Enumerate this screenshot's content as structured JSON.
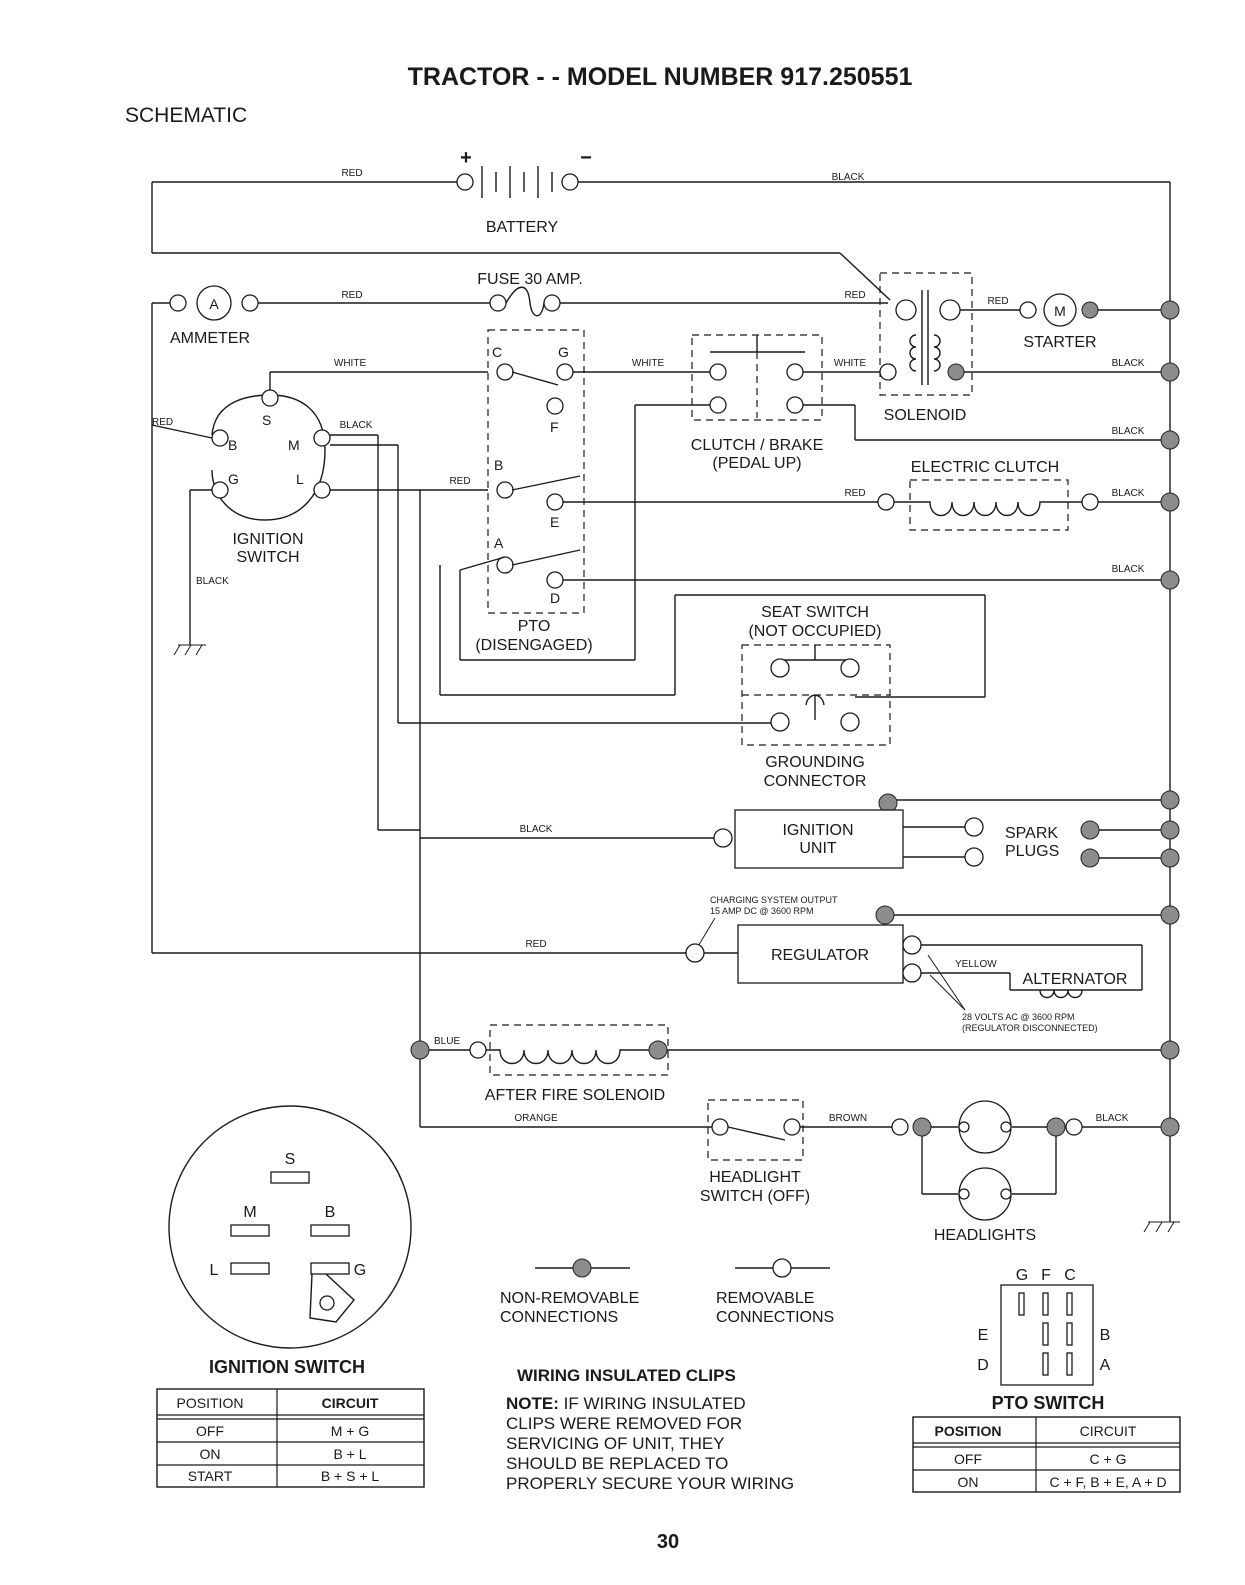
{
  "title": "TRACTOR - - MODEL NUMBER 917.250551",
  "subtitle": "SCHEMATIC",
  "components": {
    "battery": "BATTERY",
    "battery_plus": "+",
    "battery_minus": "−",
    "fuse": "FUSE 30 AMP.",
    "ammeter": "AMMETER",
    "ammeter_symbol": "A",
    "starter": "STARTER",
    "starter_symbol": "M",
    "solenoid": "SOLENOID",
    "clutch_brake": "CLUTCH / BRAKE",
    "clutch_brake_state": "(PEDAL UP)",
    "electric_clutch": "ELECTRIC CLUTCH",
    "ignition_switch_line1": "IGNITION",
    "ignition_switch_line2": "SWITCH",
    "pto": "PTO",
    "pto_state": "(DISENGAGED)",
    "seat_switch": "SEAT SWITCH",
    "seat_switch_state": "(NOT OCCUPIED)",
    "grounding_line1": "GROUNDING",
    "grounding_line2": "CONNECTOR",
    "ignition_unit_line1": "IGNITION",
    "ignition_unit_line2": "UNIT",
    "spark_line1": "SPARK",
    "spark_line2": "PLUGS",
    "charging_line1": "CHARGING SYSTEM OUTPUT",
    "charging_line2": "15 AMP DC @ 3600 RPM",
    "regulator": "REGULATOR",
    "alternator": "ALTERNATOR",
    "alt_note_line1": "28 VOLTS AC @ 3600 RPM",
    "alt_note_line2": "(REGULATOR DISCONNECTED)",
    "after_fire": "AFTER FIRE SOLENOID",
    "headlight_switch_line1": "HEADLIGHT",
    "headlight_switch_line2": "SWITCH (OFF)",
    "headlights": "HEADLIGHTS"
  },
  "ignition_terminals": {
    "s": "S",
    "b": "B",
    "m": "M",
    "g": "G",
    "l": "L"
  },
  "pto_terminals": {
    "a": "A",
    "b": "B",
    "c": "C",
    "d": "D",
    "e": "E",
    "f": "F",
    "g": "G"
  },
  "wire_colors": {
    "red": "RED",
    "black": "BLACK",
    "white": "WHITE",
    "blue": "BLUE",
    "orange": "ORANGE",
    "brown": "BROWN",
    "yellow": "YELLOW"
  },
  "legend": {
    "non_removable_line1": "NON-REMOVABLE",
    "non_removable_line2": "CONNECTIONS",
    "removable_line1": "REMOVABLE",
    "removable_line2": "CONNECTIONS"
  },
  "wiring_clips": {
    "heading": "WIRING INSULATED CLIPS",
    "note_label": "NOTE:",
    "lines": [
      "IF WIRING INSULATED",
      "CLIPS WERE REMOVED FOR",
      "SERVICING OF UNIT, THEY",
      "SHOULD BE REPLACED TO",
      "PROPERLY SECURE YOUR WIRING"
    ]
  },
  "ignition_table": {
    "title": "IGNITION SWITCH",
    "headers": [
      "POSITION",
      "CIRCUIT"
    ],
    "rows": [
      [
        "OFF",
        "M + G"
      ],
      [
        "ON",
        "B + L"
      ],
      [
        "START",
        "B + S + L"
      ]
    ]
  },
  "pto_table": {
    "title": "PTO SWITCH",
    "headers": [
      "POSITION",
      "CIRCUIT"
    ],
    "rows": [
      [
        "OFF",
        "C + G"
      ],
      [
        "ON",
        "C + F, B + E, A + D"
      ]
    ]
  },
  "page_number": "30"
}
